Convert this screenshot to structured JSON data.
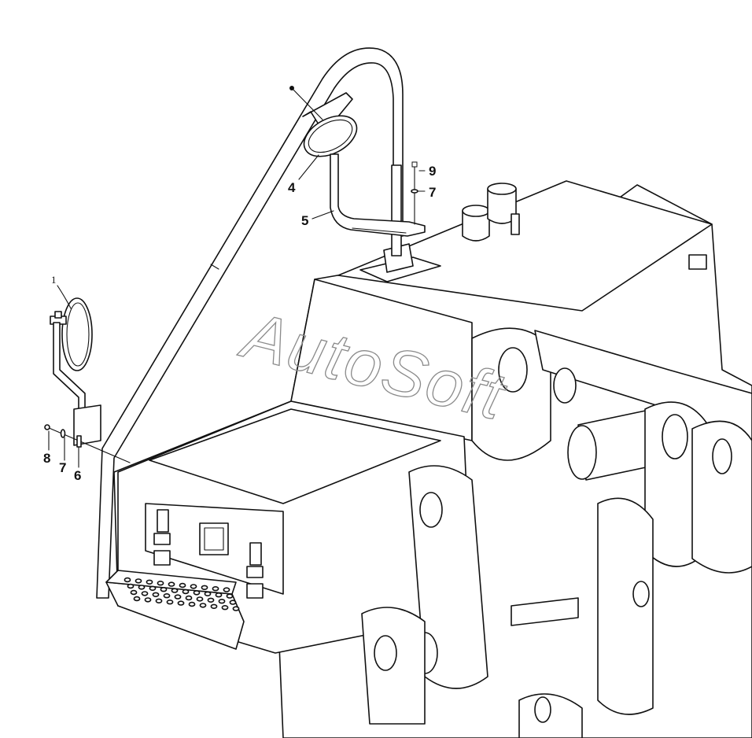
{
  "watermark": "AutoSoft",
  "callouts": [
    {
      "id": "c1",
      "text": "1"
    },
    {
      "id": "c4",
      "text": "4"
    },
    {
      "id": "c5",
      "text": "5"
    },
    {
      "id": "c9",
      "text": "9"
    },
    {
      "id": "c7a",
      "text": "7"
    },
    {
      "id": "c8",
      "text": "8"
    },
    {
      "id": "c7b",
      "text": "7"
    },
    {
      "id": "c6",
      "text": "6"
    }
  ]
}
